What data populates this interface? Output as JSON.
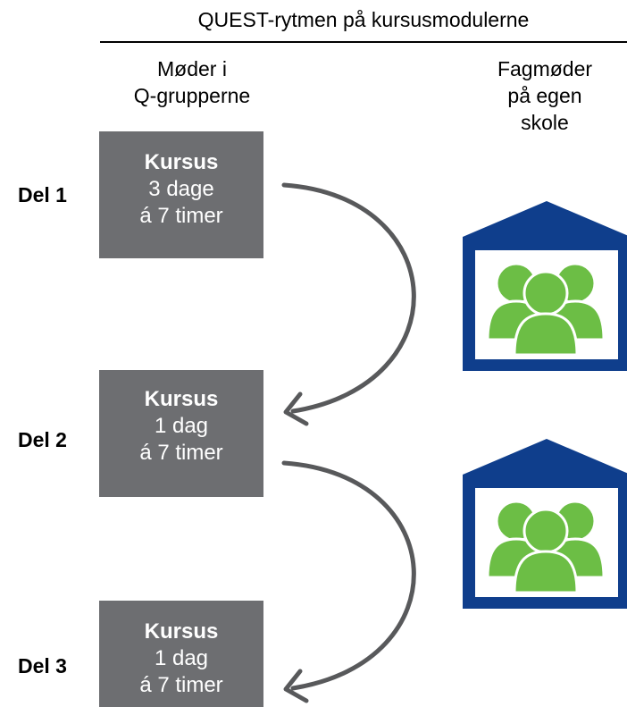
{
  "title": "QUEST-rytmen på kursusmodulerne",
  "columns": {
    "left": [
      "Møder i",
      "Q-grupperne"
    ],
    "right": [
      "Fagmøder",
      "på egen",
      "skole"
    ]
  },
  "parts": [
    {
      "label": "Del 1",
      "box": {
        "heading": "Kursus",
        "line1": "3 dage",
        "line2": "á 7 timer"
      }
    },
    {
      "label": "Del 2",
      "box": {
        "heading": "Kursus",
        "line1": "1 dag",
        "line2": "á 7 timer"
      }
    },
    {
      "label": "Del 3",
      "box": {
        "heading": "Kursus",
        "line1": "1 dag",
        "line2": "á 7 timer"
      }
    }
  ],
  "icons": [
    {
      "name": "school-group-icon"
    },
    {
      "name": "school-group-icon"
    }
  ],
  "colors": {
    "box": "#6d6e71",
    "arrow": "#58595b",
    "school_frame": "#0f3e8c",
    "people": "#6cbe45"
  }
}
